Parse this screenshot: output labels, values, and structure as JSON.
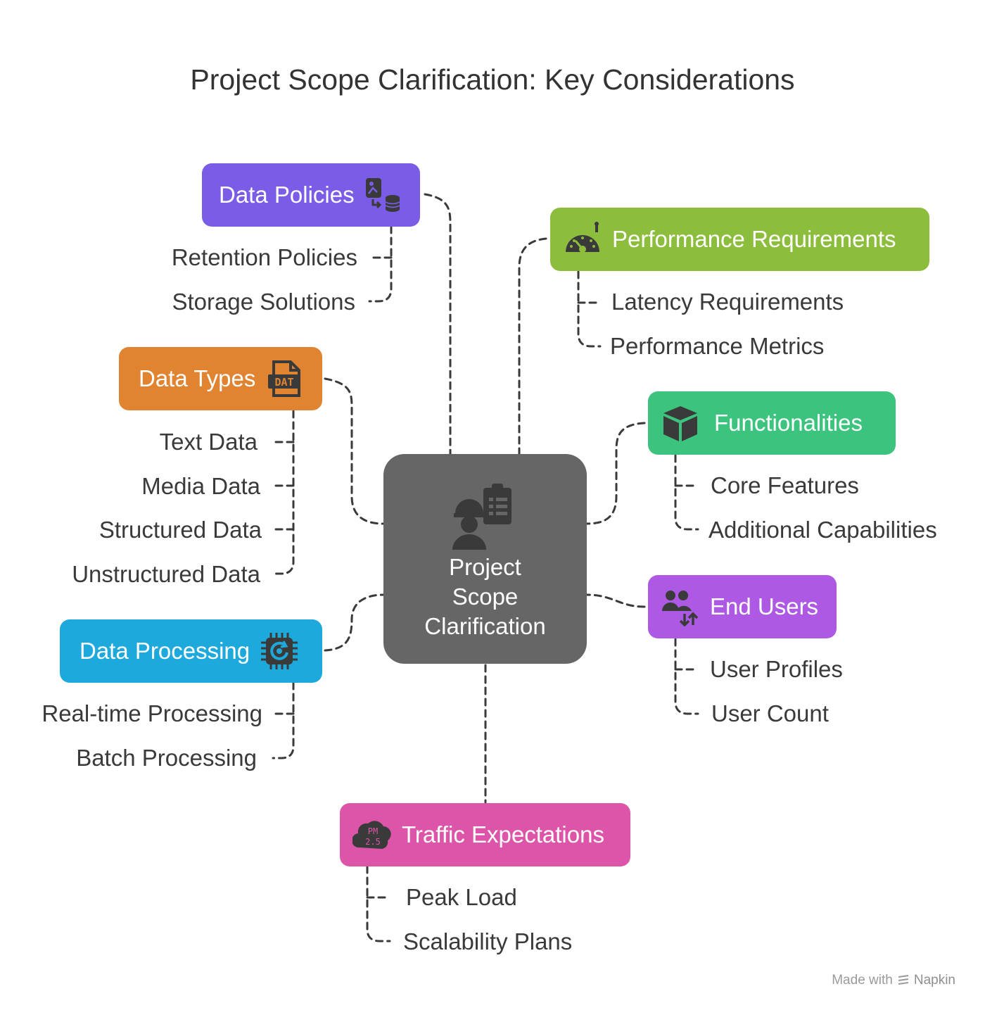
{
  "title": "Project Scope Clarification: Key Considerations",
  "center": {
    "line1": "Project",
    "line2": "Scope",
    "line3": "Clarification",
    "icon": "engineer-clipboard-icon"
  },
  "nodes": {
    "data_policies": {
      "label": "Data Policies",
      "color": "#7b5ce6",
      "icon": "data-transfer-icon",
      "leaves": [
        "Retention Policies",
        "Storage Solutions"
      ]
    },
    "data_types": {
      "label": "Data Types",
      "color": "#e08431",
      "icon": "dat-file-icon",
      "leaves": [
        "Text Data",
        "Media Data",
        "Structured Data",
        "Unstructured Data"
      ]
    },
    "data_processing": {
      "label": "Data Processing",
      "color": "#1ea9dc",
      "icon": "processor-chip-icon",
      "leaves": [
        "Real-time Processing",
        "Batch Processing"
      ]
    },
    "performance": {
      "label": "Performance Requirements",
      "color": "#8dbd3c",
      "icon": "speedometer-icon",
      "leaves": [
        "Latency Requirements",
        "Performance Metrics"
      ]
    },
    "functionalities": {
      "label": "Functionalities",
      "color": "#3cc47e",
      "icon": "cube-icon",
      "leaves": [
        "Core Features",
        "Additional Capabilities"
      ]
    },
    "end_users": {
      "label": "End Users",
      "color": "#ad59e3",
      "icon": "users-exchange-icon",
      "leaves": [
        "User Profiles",
        "User Count"
      ]
    },
    "traffic": {
      "label": "Traffic Expectations",
      "color": "#dc55a8",
      "icon": "pm25-cloud-icon",
      "icon_text": [
        "PM",
        "2.5"
      ],
      "leaves": [
        "Peak Load",
        "Scalability Plans"
      ]
    }
  },
  "footer": {
    "made_with": "Made with",
    "brand": "Napkin"
  }
}
